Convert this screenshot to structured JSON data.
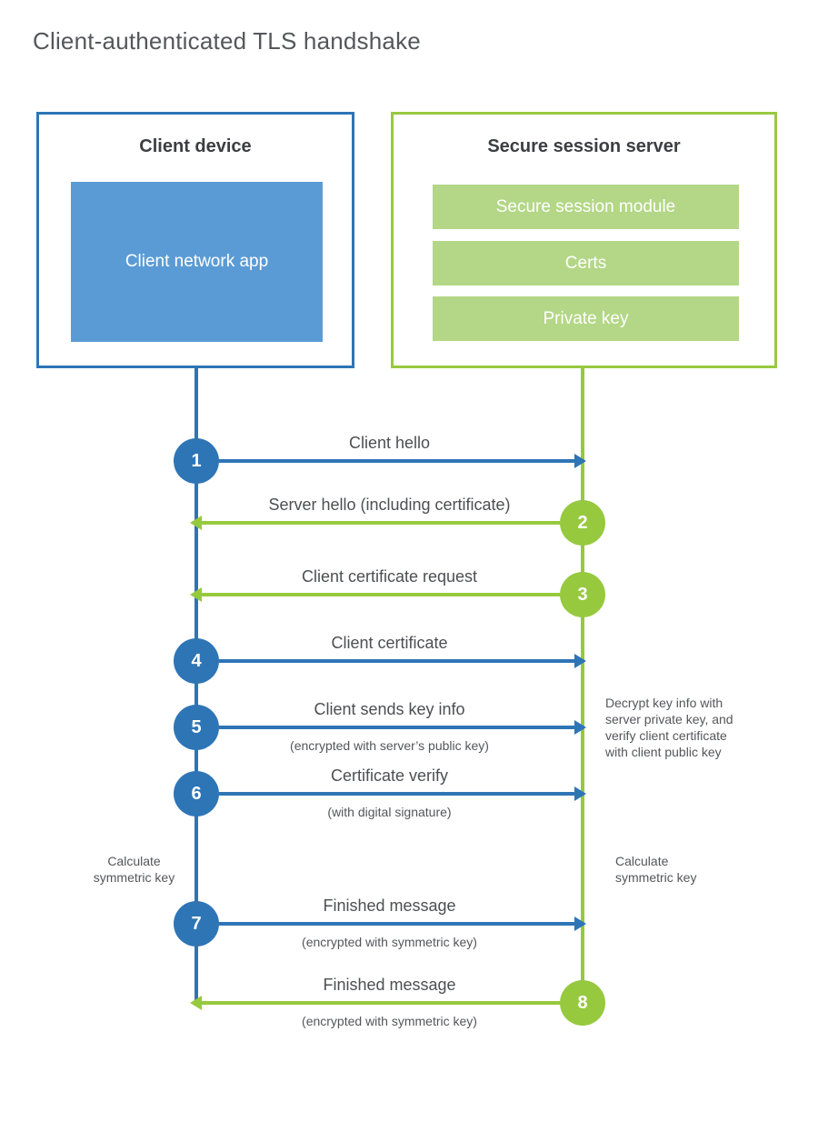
{
  "title": "Client-authenticated TLS handshake",
  "colors": {
    "blue": "#2e75b6",
    "blue_fill": "#5b9bd5",
    "green": "#97c93f",
    "green_fill": "#b3d786",
    "title_text": "#55575b",
    "heading_text": "#3c3e42",
    "label_text": "#4d4f52",
    "note_text": "#54565a"
  },
  "client": {
    "title": "Client device",
    "app": "Client network app"
  },
  "server": {
    "title": "Secure session server",
    "modules": [
      "Secure session module",
      "Certs",
      "Private key"
    ]
  },
  "messages": [
    {
      "num": "1",
      "from": "client",
      "label": "Client hello",
      "sub": ""
    },
    {
      "num": "2",
      "from": "server",
      "label": "Server hello (including certificate)",
      "sub": ""
    },
    {
      "num": "3",
      "from": "server",
      "label": "Client certificate request",
      "sub": ""
    },
    {
      "num": "4",
      "from": "client",
      "label": "Client certificate",
      "sub": ""
    },
    {
      "num": "5",
      "from": "client",
      "label": "Client sends key info",
      "sub": "(encrypted with server’s public key)"
    },
    {
      "num": "6",
      "from": "client",
      "label": "Certificate verify",
      "sub": "(with digital signature)"
    },
    {
      "num": "7",
      "from": "client",
      "label": "Finished message",
      "sub": "(encrypted with symmetric key)"
    },
    {
      "num": "8",
      "from": "server",
      "label": "Finished message",
      "sub": "(encrypted with symmetric key)"
    }
  ],
  "notes": {
    "decrypt": "Decrypt key info with server private key, and verify client certificate with client public key",
    "calc_client": "Calculate symmetric key",
    "calc_server": "Calculate symmetric key"
  }
}
